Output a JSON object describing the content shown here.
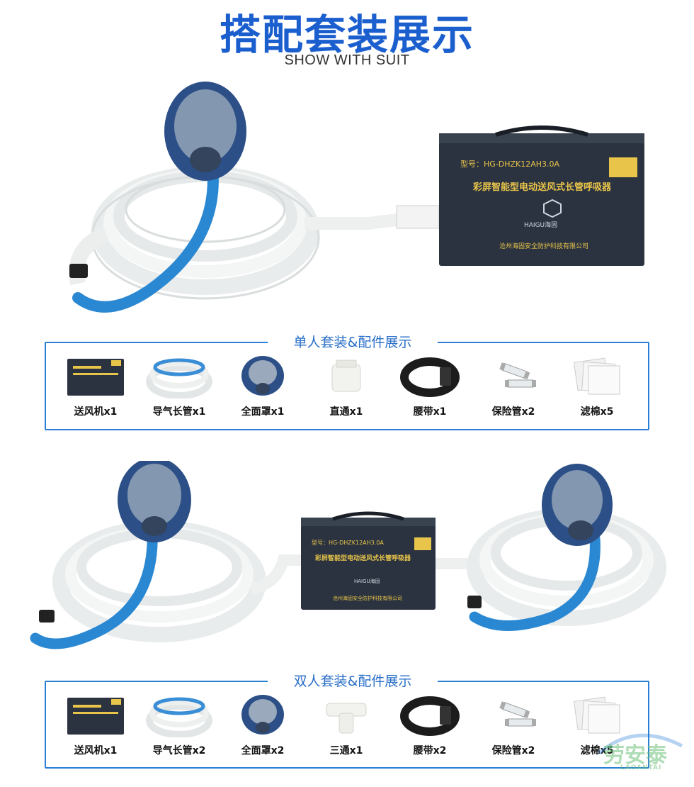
{
  "header": {
    "title": "搭配套装展示",
    "subtitle": "SHOW WITH SUIT"
  },
  "single_photo": {
    "blower_model": "型号：HG-DHZK12AH3.0A",
    "blower_name": "彩屏智能型电动送风式长管呼吸器",
    "brand": "HAIGU海固",
    "company": "沧州海固安全防护科技有限公司"
  },
  "single_kit": {
    "title": "单人套装&配件展示",
    "items": [
      {
        "label": "送风机x1",
        "icon": "blower-icon"
      },
      {
        "label": "导气长管x1",
        "icon": "hose-coil-icon"
      },
      {
        "label": "全面罩x1",
        "icon": "full-mask-icon"
      },
      {
        "label": "直通x1",
        "icon": "straight-connector-icon"
      },
      {
        "label": "腰带x1",
        "icon": "belt-icon"
      },
      {
        "label": "保险管x2",
        "icon": "fuse-icon"
      },
      {
        "label": "滤棉x5",
        "icon": "filter-cotton-icon"
      }
    ]
  },
  "double_photo": {
    "blower_model": "型号：HG-DHZK12AH3.0A",
    "blower_name": "彩屏智能型电动送风式长管呼吸器",
    "brand": "HAIGU海固",
    "company": "沧州海固安全防护科技有限公司"
  },
  "double_kit": {
    "title": "双人套装&配件展示",
    "items": [
      {
        "label": "送风机x1",
        "icon": "blower-icon"
      },
      {
        "label": "导气长管x2",
        "icon": "hose-coil-icon"
      },
      {
        "label": "全面罩x2",
        "icon": "full-mask-icon"
      },
      {
        "label": "三通x1",
        "icon": "tee-connector-icon"
      },
      {
        "label": "腰带x2",
        "icon": "belt-icon"
      },
      {
        "label": "保险管x2",
        "icon": "fuse-icon"
      },
      {
        "label": "滤棉x5",
        "icon": "filter-cotton-icon"
      }
    ]
  },
  "watermark": {
    "text": "劳安泰",
    "latin": "LAOANTAI"
  },
  "colors": {
    "title_blue": "#1b5fcf",
    "frame_blue": "#2a7fd6",
    "blower_body": "#2b3340",
    "blower_text": "#e8c44a",
    "mask_blue": "#2b4f86",
    "hose_blue": "#2a88d2",
    "hose_white": "#eef0f0"
  }
}
